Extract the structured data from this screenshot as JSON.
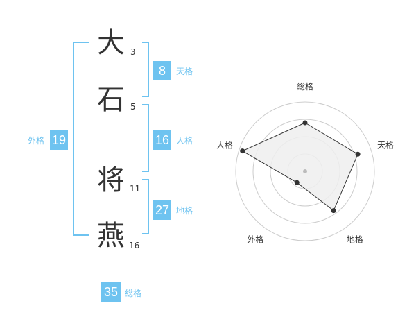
{
  "name": {
    "chars": [
      {
        "char": "大",
        "strokes": "3"
      },
      {
        "char": "石",
        "strokes": "5"
      },
      {
        "char": "将",
        "strokes": "11"
      },
      {
        "char": "燕",
        "strokes": "16"
      }
    ]
  },
  "fortunes": {
    "tenkaku": {
      "value": "8",
      "label": "天格"
    },
    "jinkaku": {
      "value": "16",
      "label": "人格"
    },
    "chikaku": {
      "value": "27",
      "label": "地格"
    },
    "gaikaku": {
      "value": "19",
      "label": "外格"
    },
    "soukaku": {
      "value": "35",
      "label": "総格"
    }
  },
  "colors": {
    "accent": "#6ec3f0",
    "text": "#333333",
    "radar_fill": "#eeeeee",
    "radar_line": "#333333"
  },
  "chart_data": {
    "type": "radar",
    "axes": [
      "総格",
      "天格",
      "地格",
      "外格",
      "人格"
    ],
    "values": [
      0.7,
      0.8,
      0.7,
      0.2,
      0.95
    ],
    "rings": 4
  }
}
